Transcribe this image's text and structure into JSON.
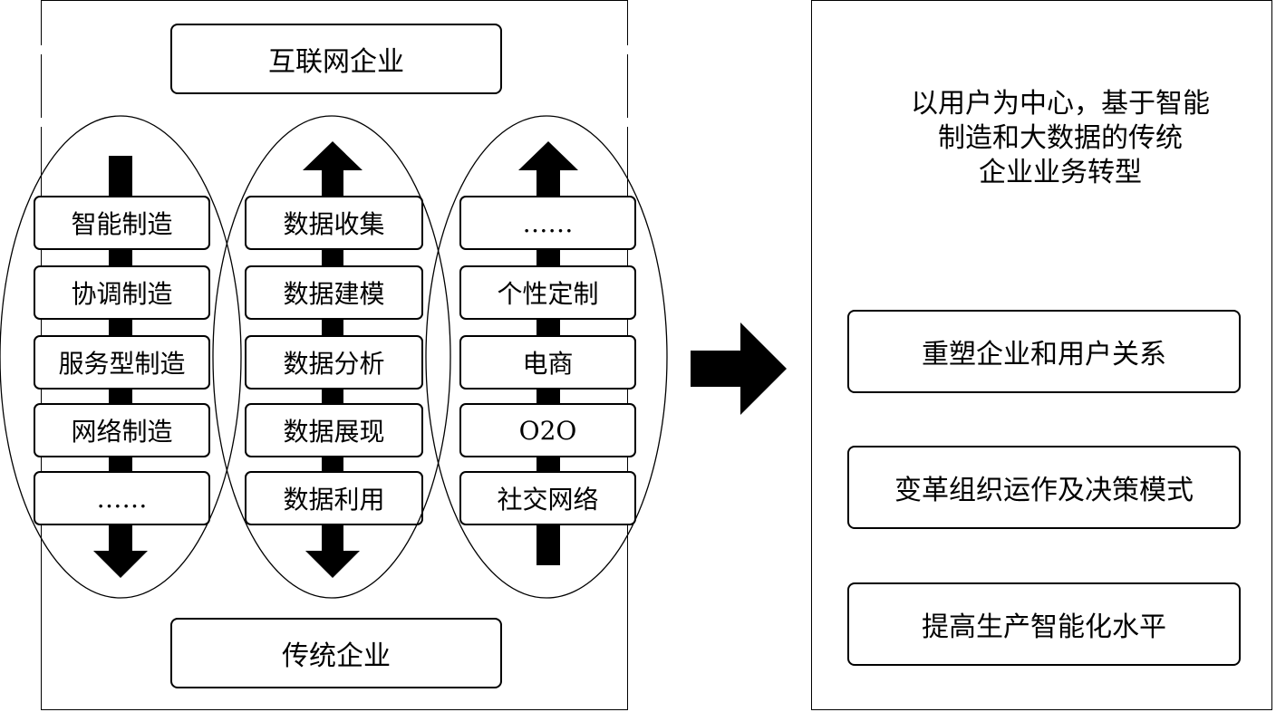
{
  "left_panel": {
    "top_label": "互联网企业",
    "bottom_label": "传统企业",
    "columns": [
      {
        "direction": "down",
        "items": [
          "智能制造",
          "协调制造",
          "服务型制造",
          "网络制造",
          "……"
        ]
      },
      {
        "direction": "both",
        "items": [
          "数据收集",
          "数据建模",
          "数据分析",
          "数据展现",
          "数据利用"
        ]
      },
      {
        "direction": "up",
        "items": [
          "……",
          "个性定制",
          "电商",
          "O2O",
          "社交网络"
        ]
      }
    ]
  },
  "right_panel": {
    "goal_lines": [
      "以用户为中心，基于智能",
      "制造和大数据的传统",
      "企业业务转型"
    ],
    "outcomes": [
      "重塑企业和用户关系",
      "变革组织运作及决策模式",
      "提高生产智能化水平"
    ]
  }
}
